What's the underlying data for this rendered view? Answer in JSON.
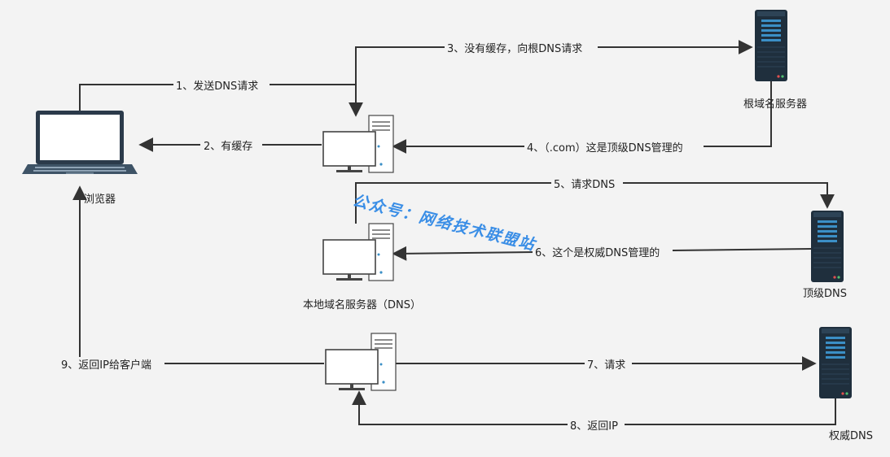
{
  "nodes": {
    "browser": "浏览器",
    "local_dns": "本地域名服务器（DNS）",
    "root_dns": "根域名服务器",
    "tld_dns": "顶级DNS",
    "auth_dns": "权威DNS"
  },
  "steps": {
    "s1": "1、发送DNS请求",
    "s2": "2、有缓存",
    "s3": "3、没有缓存，向根DNS请求",
    "s4": "4、（.com）这是顶级DNS管理的",
    "s5": "5、请求DNS",
    "s6": "6、这个是权威DNS管理的",
    "s7": "7、请求",
    "s8": "8、返回IP",
    "s9": "9、返回IP给客户端"
  },
  "watermark": "公众号：网络技术联盟站",
  "colors": {
    "background": "#f3f3f3",
    "line": "#333333",
    "server_dark": "#1f2f3d",
    "server_accent": "#3b8fc6",
    "watermark": "#3a8ee6"
  }
}
